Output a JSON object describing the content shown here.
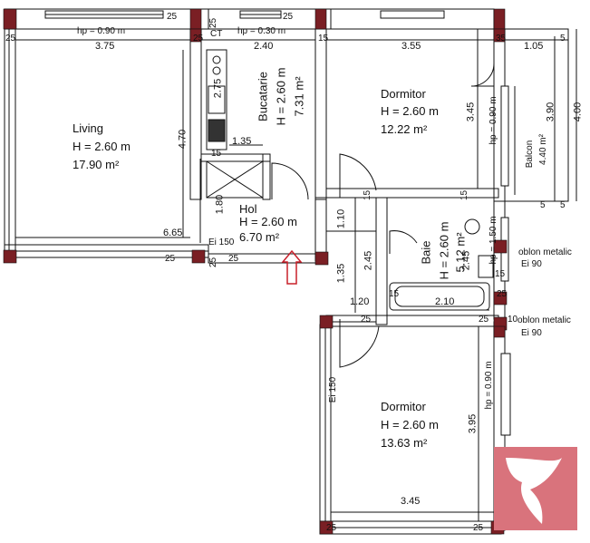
{
  "rooms": {
    "living": {
      "name": "Living",
      "height": "H = 2.60 m",
      "area": "17.90 m²"
    },
    "bucatarie": {
      "name": "Bucatarie",
      "height": "H = 2.60 m",
      "area": "7.31 m²"
    },
    "dormitor1": {
      "name": "Dormitor",
      "height": "H = 2.60 m",
      "area": "12.22 m²"
    },
    "balcon": {
      "name": "Balcon",
      "area": "4.40 m²"
    },
    "hol": {
      "name": "Hol",
      "height": "H = 2.60 m",
      "area": "6.70 m²"
    },
    "baie": {
      "name": "Baie",
      "height": "H = 2.60 m",
      "area": "5.12 m²"
    },
    "dormitor2": {
      "name": "Dormitor",
      "height": "H = 2.60 m",
      "area": "13.63 m²"
    }
  },
  "labels": {
    "ct": "CT",
    "hp_living": "hp = 0.90 m",
    "hp_kitchen": "hp = 0.30 m",
    "hp_bed1": "hp = 0.90 m",
    "hp_bath": "hp = 1.50 m",
    "hp_bed2": "hp = 0.90 m",
    "ei150_a": "Ei 150",
    "ei150_b": "Ei 150",
    "oblon1": "oblon metalic",
    "ei90_a": "Ei 90",
    "oblon2": "oblon metalic",
    "ei90_b": "Ei 90"
  },
  "dims": {
    "d375": "3.75",
    "d240": "2.40",
    "d355": "3.55",
    "d105": "1.05",
    "d470": "4.70",
    "d665": "6.65",
    "d275": "2.75",
    "d135a": "1.35",
    "d180": "1.80",
    "d345a": "3.45",
    "d390": "3.90",
    "d400": "4.00",
    "d110": "1.10",
    "d245a": "2.45",
    "d245b": "2.45",
    "d135b": "1.35",
    "d120": "1.20",
    "d210": "2.10",
    "d395": "3.95",
    "d345b": "3.45",
    "w25a": "25",
    "w25b": "25",
    "w25c": "25",
    "w25d": "25",
    "w25e": "25",
    "w25f": "25",
    "w25g": "25",
    "w25h": "25",
    "w25i": "25",
    "w25j": "25",
    "w25k": "25",
    "w25l": "25",
    "w25m": "25",
    "w15a": "15",
    "w15b": "15",
    "w15c": "15",
    "w15d": "15",
    "w15e": "15",
    "w15f": "15",
    "w35": "35",
    "w10": "10",
    "w5a": "5",
    "w5b": "5",
    "w5c": "5"
  },
  "colors": {
    "wall": "#111111",
    "column": "#7a1f24",
    "arrow": "#c8202a",
    "logo": "#d9737c"
  }
}
